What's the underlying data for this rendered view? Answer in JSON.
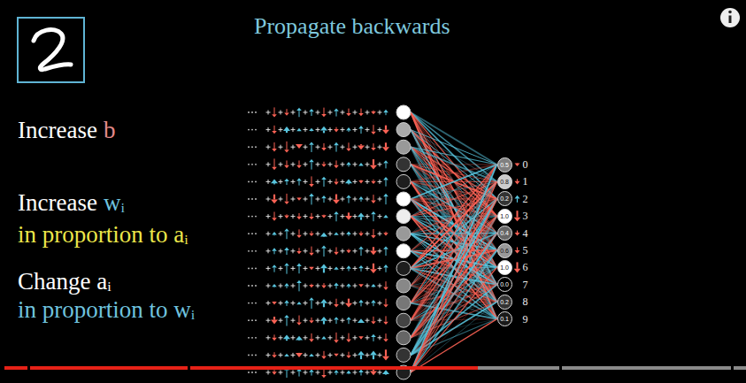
{
  "diagram": {
    "title": "Propagate backwards",
    "nodes": [
      {
        "text": [
          "0.5",
          "0"
        ]
      },
      {
        "text": [
          "0.8",
          "1"
        ]
      },
      {
        "text": [
          "0.2",
          "2"
        ]
      },
      {
        "text": [
          "1.0",
          "3"
        ]
      },
      {
        "text": [
          "0.4",
          "4"
        ]
      },
      {
        "text": [
          "0.6",
          "5"
        ]
      },
      {
        "text": [
          "1.0",
          "6"
        ]
      },
      {
        "text": [
          "0.0",
          "7"
        ]
      },
      {
        "text": [
          "0.2",
          "8"
        ]
      },
      {
        "text": [
          "0.1",
          "9"
        ]
      }
    ],
    "labels": [
      "Increase",
      "b",
      "Increase",
      "wᵢ",
      "in proportion to aᵢ",
      "Change aᵢ",
      "in proportion to wᵢ"
    ]
  }
}
